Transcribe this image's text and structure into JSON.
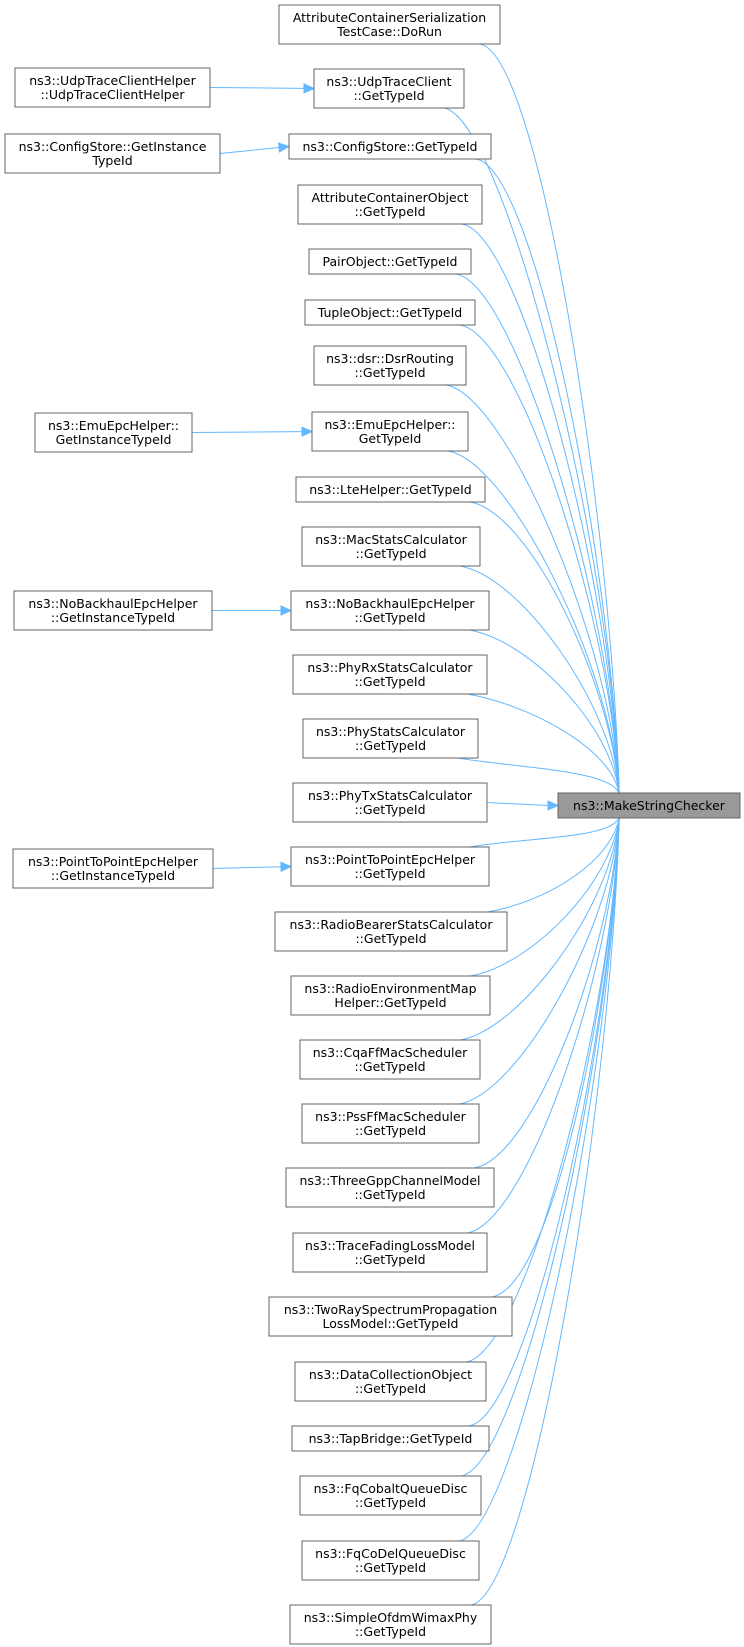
{
  "graph": {
    "direction": "callers-to-callee",
    "edge_color": "#63b8ff",
    "target_fill": "#999999",
    "target": {
      "id": "target",
      "lines": [
        "ns3::MakeStringChecker"
      ]
    },
    "nodes": [
      {
        "id": "n0",
        "lines": [
          "AttributeContainerSerialization",
          "TestCase::DoRun"
        ]
      },
      {
        "id": "n1",
        "lines": [
          "ns3::UdpTraceClient",
          "::GetTypeId"
        ]
      },
      {
        "id": "n2",
        "lines": [
          "ns3::ConfigStore::GetTypeId"
        ]
      },
      {
        "id": "n3",
        "lines": [
          "AttributeContainerObject",
          "::GetTypeId"
        ]
      },
      {
        "id": "n4",
        "lines": [
          "PairObject::GetTypeId"
        ]
      },
      {
        "id": "n5",
        "lines": [
          "TupleObject::GetTypeId"
        ]
      },
      {
        "id": "n6",
        "lines": [
          "ns3::dsr::DsrRouting",
          "::GetTypeId"
        ]
      },
      {
        "id": "n7",
        "lines": [
          "ns3::EmuEpcHelper::",
          "GetTypeId"
        ]
      },
      {
        "id": "n8",
        "lines": [
          "ns3::LteHelper::GetTypeId"
        ]
      },
      {
        "id": "n9",
        "lines": [
          "ns3::MacStatsCalculator",
          "::GetTypeId"
        ]
      },
      {
        "id": "n10",
        "lines": [
          "ns3::NoBackhaulEpcHelper",
          "::GetTypeId"
        ]
      },
      {
        "id": "n11",
        "lines": [
          "ns3::PhyRxStatsCalculator",
          "::GetTypeId"
        ]
      },
      {
        "id": "n12",
        "lines": [
          "ns3::PhyStatsCalculator",
          "::GetTypeId"
        ]
      },
      {
        "id": "n13",
        "lines": [
          "ns3::PhyTxStatsCalculator",
          "::GetTypeId"
        ]
      },
      {
        "id": "n14",
        "lines": [
          "ns3::PointToPointEpcHelper",
          "::GetTypeId"
        ]
      },
      {
        "id": "n15",
        "lines": [
          "ns3::RadioBearerStatsCalculator",
          "::GetTypeId"
        ]
      },
      {
        "id": "n16",
        "lines": [
          "ns3::RadioEnvironmentMap",
          "Helper::GetTypeId"
        ]
      },
      {
        "id": "n17",
        "lines": [
          "ns3::CqaFfMacScheduler",
          "::GetTypeId"
        ]
      },
      {
        "id": "n18",
        "lines": [
          "ns3::PssFfMacScheduler",
          "::GetTypeId"
        ]
      },
      {
        "id": "n19",
        "lines": [
          "ns3::ThreeGppChannelModel",
          "::GetTypeId"
        ]
      },
      {
        "id": "n20",
        "lines": [
          "ns3::TraceFadingLossModel",
          "::GetTypeId"
        ]
      },
      {
        "id": "n21",
        "lines": [
          "ns3::TwoRaySpectrumPropagation",
          "LossModel::GetTypeId"
        ]
      },
      {
        "id": "n22",
        "lines": [
          "ns3::DataCollectionObject",
          "::GetTypeId"
        ]
      },
      {
        "id": "n23",
        "lines": [
          "ns3::TapBridge::GetTypeId"
        ]
      },
      {
        "id": "n24",
        "lines": [
          "ns3::FqCobaltQueueDisc",
          "::GetTypeId"
        ]
      },
      {
        "id": "n25",
        "lines": [
          "ns3::FqCoDelQueueDisc",
          "::GetTypeId"
        ]
      },
      {
        "id": "n26",
        "lines": [
          "ns3::SimpleOfdmWimaxPhy",
          "::GetTypeId"
        ]
      },
      {
        "id": "l1",
        "lines": [
          "ns3::UdpTraceClientHelper",
          "::UdpTraceClientHelper"
        ]
      },
      {
        "id": "l2",
        "lines": [
          "ns3::ConfigStore::GetInstance",
          "TypeId"
        ]
      },
      {
        "id": "l7",
        "lines": [
          "ns3::EmuEpcHelper::",
          "GetInstanceTypeId"
        ]
      },
      {
        "id": "l10",
        "lines": [
          "ns3::NoBackhaulEpcHelper",
          "::GetInstanceTypeId"
        ]
      },
      {
        "id": "l14",
        "lines": [
          "ns3::PointToPointEpcHelper",
          "::GetInstanceTypeId"
        ]
      }
    ],
    "edges": [
      {
        "from": "l1",
        "to": "n1"
      },
      {
        "from": "l2",
        "to": "n2"
      },
      {
        "from": "l7",
        "to": "n7"
      },
      {
        "from": "l10",
        "to": "n10"
      },
      {
        "from": "l14",
        "to": "n14"
      },
      {
        "from": "n0",
        "to": "target"
      },
      {
        "from": "n1",
        "to": "target"
      },
      {
        "from": "n2",
        "to": "target"
      },
      {
        "from": "n3",
        "to": "target"
      },
      {
        "from": "n4",
        "to": "target"
      },
      {
        "from": "n5",
        "to": "target"
      },
      {
        "from": "n6",
        "to": "target"
      },
      {
        "from": "n7",
        "to": "target"
      },
      {
        "from": "n8",
        "to": "target"
      },
      {
        "from": "n9",
        "to": "target"
      },
      {
        "from": "n10",
        "to": "target"
      },
      {
        "from": "n11",
        "to": "target"
      },
      {
        "from": "n12",
        "to": "target"
      },
      {
        "from": "n13",
        "to": "target"
      },
      {
        "from": "n14",
        "to": "target"
      },
      {
        "from": "n15",
        "to": "target"
      },
      {
        "from": "n16",
        "to": "target"
      },
      {
        "from": "n17",
        "to": "target"
      },
      {
        "from": "n18",
        "to": "target"
      },
      {
        "from": "n19",
        "to": "target"
      },
      {
        "from": "n20",
        "to": "target"
      },
      {
        "from": "n21",
        "to": "target"
      },
      {
        "from": "n22",
        "to": "target"
      },
      {
        "from": "n23",
        "to": "target"
      },
      {
        "from": "n24",
        "to": "target"
      },
      {
        "from": "n25",
        "to": "target"
      },
      {
        "from": "n26",
        "to": "target"
      }
    ]
  }
}
